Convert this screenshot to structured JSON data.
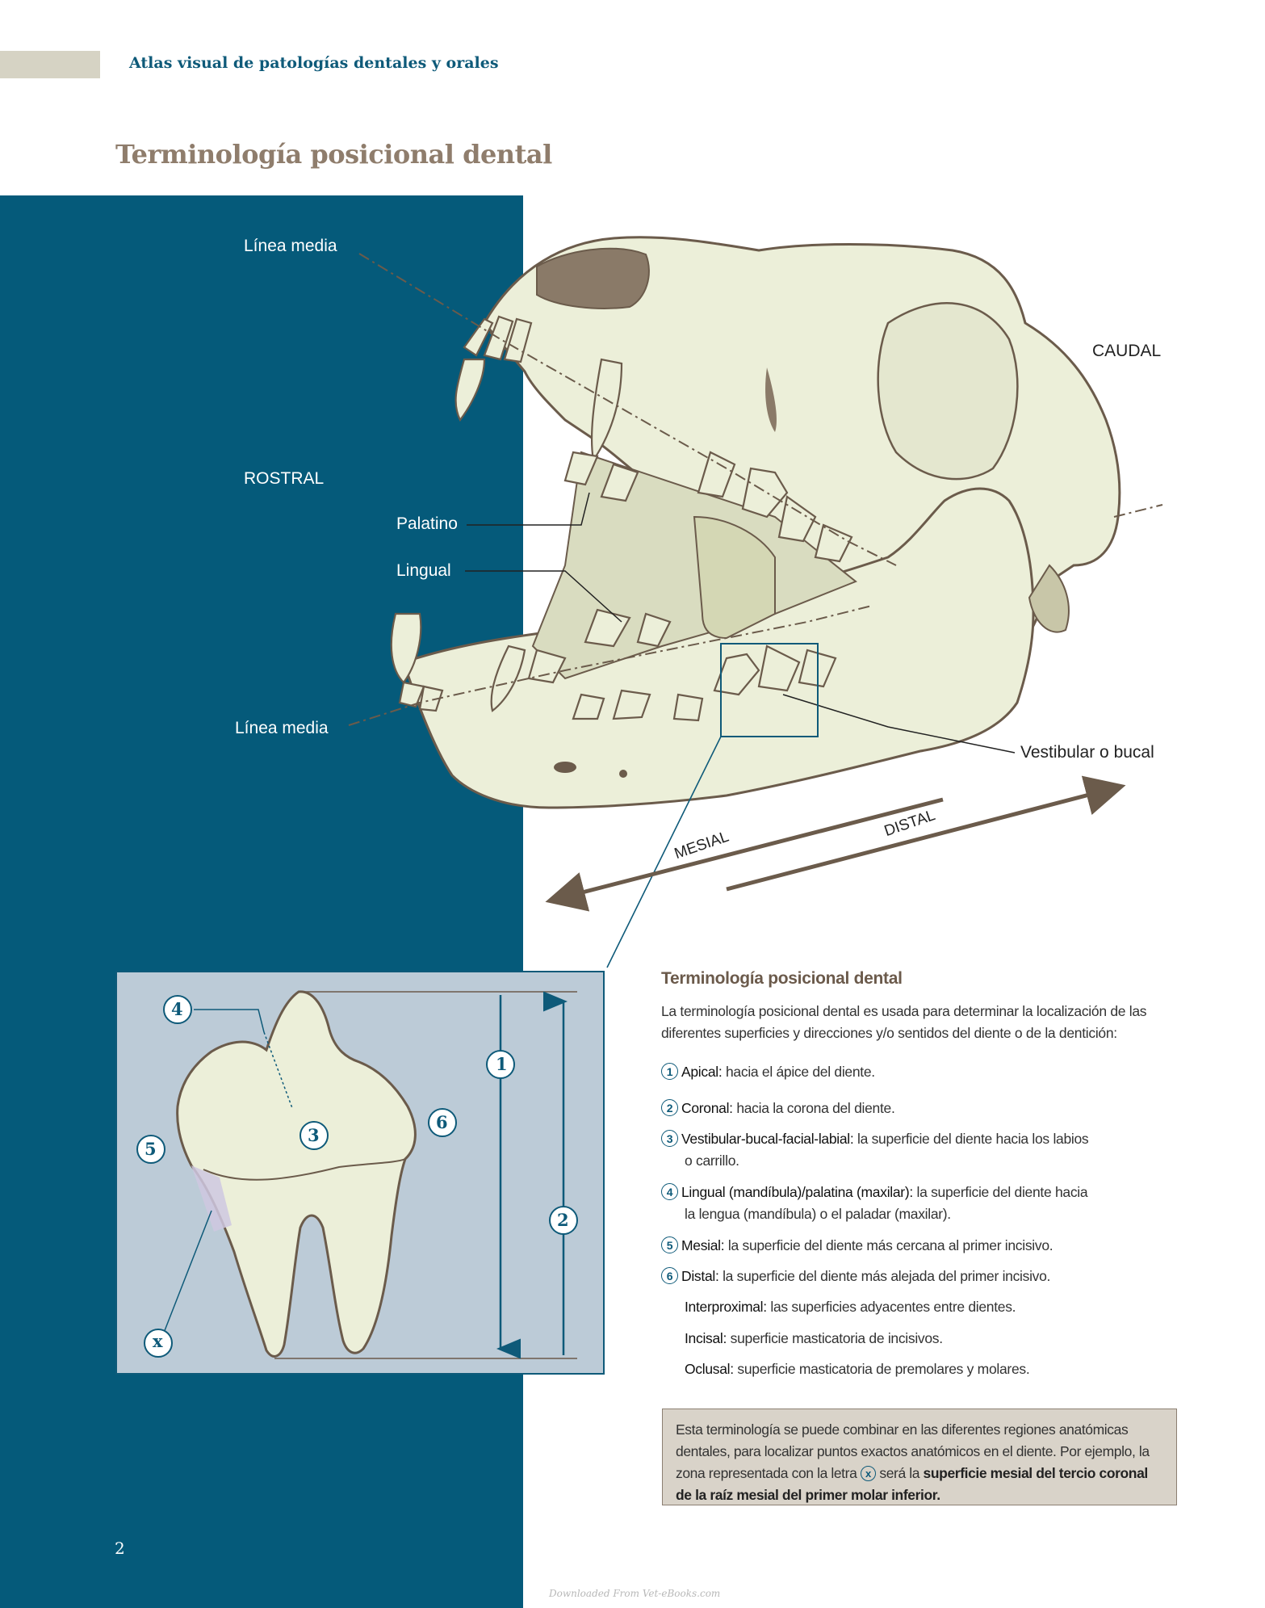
{
  "header": {
    "running_title": "Atlas visual de patologías dentales y orales"
  },
  "page": {
    "title": "Terminología posicional dental",
    "number": "2",
    "watermark": "Downloaded From Vet-eBooks.com"
  },
  "figure": {
    "labels": {
      "linea_media_top": "Línea media",
      "rostral": "ROSTRAL",
      "caudal": "CAUDAL",
      "palatino": "Palatino",
      "lingual": "Lingual",
      "linea_media_bottom": "Línea media",
      "vestibular": "Vestibular o bucal",
      "mesial": "MESIAL",
      "distal": "DISTAL"
    },
    "inset_markers": {
      "m1": "1",
      "m2": "2",
      "m3": "3",
      "m4": "4",
      "m5": "5",
      "m6": "6",
      "mx": "x"
    }
  },
  "text": {
    "title": "Terminología posicional dental",
    "intro": "La terminología posicional dental es usada para determinar la localización de las diferentes superficies y direcciones y/o sentidos del diente o de la dentición:",
    "items": [
      {
        "num": "1",
        "term": "Apical:",
        "desc": "hacia el ápice del diente."
      },
      {
        "num": "2",
        "term": "Coronal:",
        "desc": "hacia la corona del diente."
      },
      {
        "num": "3",
        "term": "Vestibular-bucal-facial-labial:",
        "desc": "la superficie del diente hacia los labios",
        "desc2": "o carrillo."
      },
      {
        "num": "4",
        "term": "Lingual (mandíbula)/palatina (maxilar):",
        "desc": "la superficie del diente hacia",
        "desc2": "la lengua (mandíbula) o el paladar (maxilar)."
      },
      {
        "num": "5",
        "term": "Mesial:",
        "desc": "la superficie del diente más cercana al primer incisivo."
      },
      {
        "num": "6",
        "term": "Distal:",
        "desc": "la superficie del diente más alejada del primer incisivo."
      },
      {
        "term": "Interproximal:",
        "desc": "las superficies adyacentes entre dientes."
      },
      {
        "term": "Incisal:",
        "desc": "superficie masticatoria de incisivos."
      },
      {
        "term": "Oclusal:",
        "desc": "superficie masticatoria de premolares y molares."
      }
    ],
    "note": {
      "part1": "Esta terminología se puede combinar en las diferentes regiones anatómicas dentales, para localizar puntos exactos anatómicos en el diente. Por ejemplo, la zona representada con la letra",
      "marker": "x",
      "part2": "será la",
      "bold": "superficie mesial del tercio coronal de la raíz mesial del primer molar inferior."
    }
  },
  "colors": {
    "panel": "#055a7a",
    "bone": "#ecefd9",
    "outline": "#6b5b4b",
    "inset": "#bccbd7",
    "accent": "#0e5a79",
    "note_bg": "#d9d3c9"
  }
}
